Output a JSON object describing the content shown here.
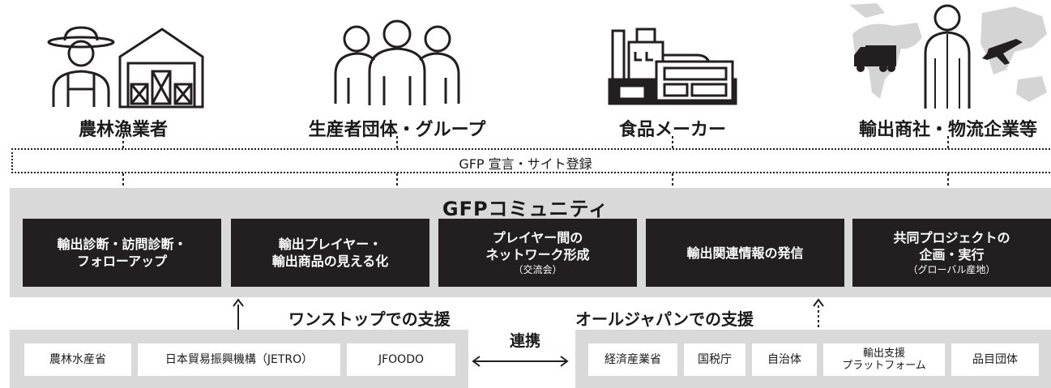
{
  "actors": [
    {
      "label": "農林漁業者",
      "icon": "farmer-barn-icon"
    },
    {
      "label": "生産者団体・グループ",
      "icon": "group-people-icon"
    },
    {
      "label": "食品メーカー",
      "icon": "factory-icon"
    },
    {
      "label": "輸出商社・物流企業等",
      "icon": "trade-logistics-icon"
    }
  ],
  "registration": {
    "label": "GFP 宣言・サイト登録"
  },
  "community": {
    "title": "GFPコミュニティ",
    "services": [
      {
        "line1": "輸出診断・訪問診断・",
        "line2": "フォローアップ",
        "sub": ""
      },
      {
        "line1": "輸出プレイヤー・",
        "line2": "輸出商品の見える化",
        "sub": ""
      },
      {
        "line1": "プレイヤー間の",
        "line2": "ネットワーク形成",
        "sub": "（交流会）"
      },
      {
        "line1": "輸出関連情報の発信",
        "line2": "",
        "sub": ""
      },
      {
        "line1": "共同プロジェクトの",
        "line2": "企画・実行",
        "sub": "（グローバル産地）"
      }
    ]
  },
  "support_left": {
    "title": "ワンストップでの支援",
    "orgs": [
      "農林水産省",
      "日本貿易振興機構（JETRO）",
      "JFOODO"
    ]
  },
  "link_label": "連携",
  "support_right": {
    "title": "オールジャパンでの支援",
    "orgs": [
      {
        "line1": "経済産業省",
        "line2": ""
      },
      {
        "line1": "国税庁",
        "line2": ""
      },
      {
        "line1": "自治体",
        "line2": ""
      },
      {
        "line1": "輸出支援",
        "line2": "プラットフォーム"
      },
      {
        "line1": "品目団体",
        "line2": ""
      }
    ]
  },
  "colors": {
    "dark_box": "#231f20",
    "gray_band": "#d9d9d9",
    "line": "#222222"
  }
}
